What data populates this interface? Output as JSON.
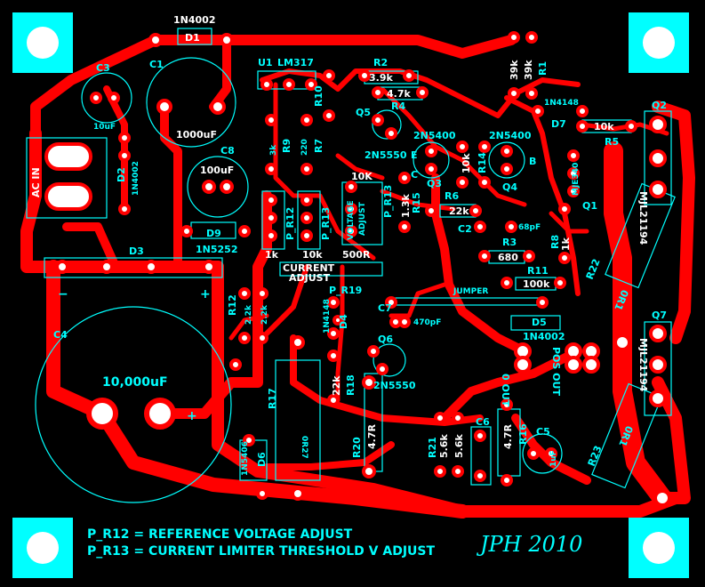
{
  "board": {
    "background": "#000000",
    "trace_color": "#ff0000",
    "silk_color": "#00ffff",
    "pad_color": "#ffffff"
  },
  "components": {
    "d1": "1N4002",
    "d1_ref": "D1",
    "u1": "U1",
    "u1_part": "LM317",
    "c1": "C1",
    "c1_val": "1000uF",
    "c3": "C3",
    "c3_val": "10uF",
    "c8": "C8",
    "c8_val": "100uF",
    "ac_in": "AC IN",
    "d2": "D2",
    "d2_part": "1N4002",
    "d9": "D9",
    "d9_part": "1N5252",
    "d3": "D3",
    "c4": "C4",
    "c4_val": "10,000uF",
    "r12": "R12",
    "r12a": "2.2k",
    "r12b": "2.2k",
    "r9": "R9",
    "r9_val": "3k",
    "r7": "R7",
    "r7_val": "220",
    "r10": "R10",
    "p_r12": "P_R12",
    "p_r13": "P_R13",
    "val_1k": "1k",
    "val_10k": "10k",
    "current_adjust": "CURRENT",
    "current_adjust2": "ADJUST",
    "val_500r": "500R",
    "p_r19": "P_R19",
    "r2": "R2",
    "r2_val": "3.9k",
    "r4": "R4",
    "r4_val": "4.7k",
    "q5": "Q5",
    "q5_part": "2N5550",
    "q3": "Q3",
    "q3_part": "2N5400",
    "q4": "Q4",
    "q4_part": "2N5400",
    "r14": "R14",
    "r14_val": "10k",
    "r3_label": "R3",
    "r3_val": "680",
    "r6": "R6",
    "r6_val": "22k",
    "c2": "C2",
    "c2_val": "68pF",
    "r8": "R8",
    "r8_val": "1k",
    "r11": "R11",
    "r11_val": "100k",
    "r15": "R15",
    "r15_val": "1.3k",
    "r_jump": "JUMPER",
    "voltage_adjust": "VOLTAGE",
    "voltage_adjust2": "ADJUST",
    "val_10k_b": "10K",
    "r1": "R1",
    "r1_val": "39k",
    "r1_val2": "39k",
    "d7": "D7",
    "d7_part": "1N4148",
    "r5": "R5",
    "r5_val": "10k",
    "q1": "Q1",
    "q1_part": "MJE340",
    "q2": "Q2",
    "q2_part": "MJL21194",
    "q7": "Q7",
    "q7_part": "MJL21194",
    "r22": "R22",
    "r22_val": "0R1",
    "r23": "R23",
    "r23_val": "0R1",
    "c7": "C7",
    "c7_val": "470pF",
    "d5": "D5",
    "d5_part": "1N4002",
    "q6": "Q6",
    "q6_part": "2N5550",
    "d4": "D4",
    "d4_part": "1N4148",
    "r18": "R18",
    "r18_val": "22k",
    "r17": "R17",
    "r17_val": "0R27",
    "r20": "R20",
    "r20_val": "4.7R",
    "r21": "R21",
    "r21_val": "5.6k",
    "r21_val2": "5.6k",
    "c6": "C6",
    "r16": "R16",
    "r16_val": "4.7R",
    "c5": "C5",
    "c5_val": "1uF",
    "d6": "D6",
    "d6_part": "1N5406",
    "out0": "0 OUT",
    "posout": "POS OUT",
    "pin_e": "E",
    "pin_b": "B",
    "pin_c": "C",
    "minus": "−",
    "plus": "+"
  },
  "notes": {
    "line1": "P_R12 = REFERENCE VOLTAGE ADJUST",
    "line2": "P_R13 = CURRENT LIMITER THRESHOLD V ADJUST",
    "signature": "JPH 2010"
  }
}
